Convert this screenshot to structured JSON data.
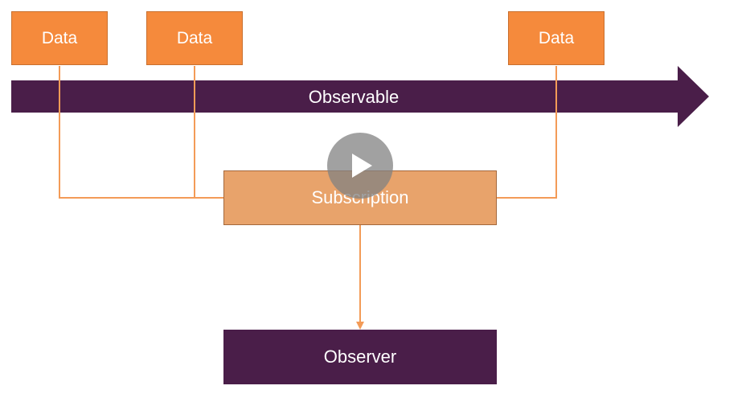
{
  "colors": {
    "data_box": "#f58a3c",
    "observable": "#4a1e49",
    "subscription": "#e8a36b",
    "observer": "#4a1e49",
    "connector": "#f39b57",
    "play_overlay": "#8a8a8a"
  },
  "data_boxes": [
    {
      "label": "Data"
    },
    {
      "label": "Data"
    },
    {
      "label": "Data"
    }
  ],
  "observable": {
    "label": "Observable"
  },
  "subscription": {
    "label": "Subscription"
  },
  "observer": {
    "label": "Observer"
  },
  "play_button": {
    "icon": "play-icon"
  }
}
